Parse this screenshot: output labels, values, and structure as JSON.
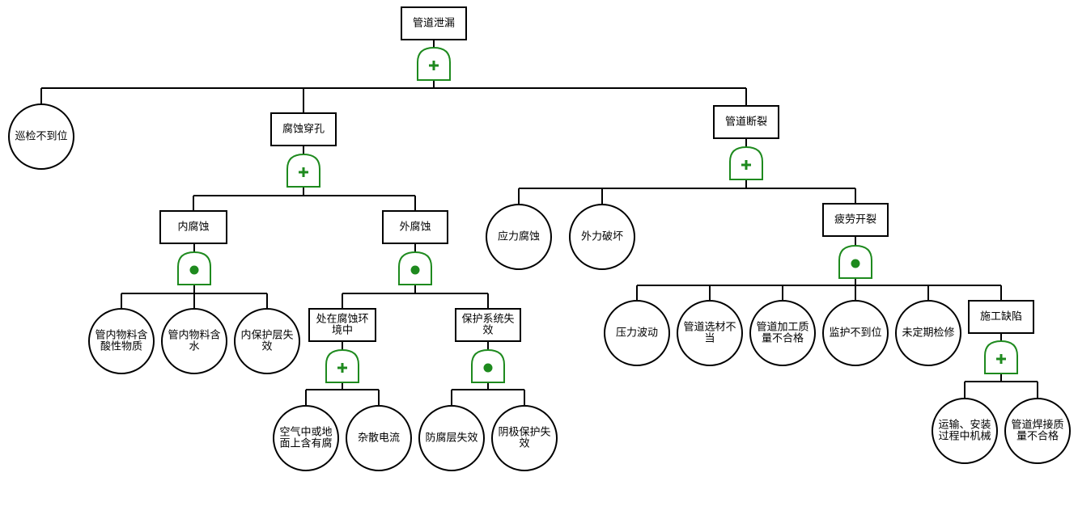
{
  "colors": {
    "line": "#000000",
    "gate": "#1e8a1e",
    "node_fill": "#ffffff"
  },
  "nodes": [
    {
      "id": "root",
      "type": "event",
      "lines": [
        "管道泄漏"
      ]
    },
    {
      "id": "b1",
      "type": "basic",
      "lines": [
        "巡检不到位"
      ]
    },
    {
      "id": "e1",
      "type": "event",
      "lines": [
        "腐蚀穿孔"
      ]
    },
    {
      "id": "e2",
      "type": "event",
      "lines": [
        "管道断裂"
      ]
    },
    {
      "id": "e11",
      "type": "event",
      "lines": [
        "内腐蚀"
      ]
    },
    {
      "id": "e12",
      "type": "event",
      "lines": [
        "外腐蚀"
      ]
    },
    {
      "id": "b111",
      "type": "basic",
      "lines": [
        "管内物料含",
        "酸性物质"
      ]
    },
    {
      "id": "b112",
      "type": "basic",
      "lines": [
        "管内物料含",
        "水"
      ]
    },
    {
      "id": "b113",
      "type": "basic",
      "lines": [
        "内保护层失",
        "效"
      ]
    },
    {
      "id": "e121",
      "type": "event",
      "lines": [
        "处在腐蚀环",
        "境中"
      ]
    },
    {
      "id": "e122",
      "type": "event",
      "lines": [
        "保护系统失",
        "效"
      ]
    },
    {
      "id": "b1211",
      "type": "basic",
      "lines": [
        "空气中或地",
        "面上含有腐"
      ]
    },
    {
      "id": "b1212",
      "type": "basic",
      "lines": [
        "杂散电流"
      ]
    },
    {
      "id": "b1221",
      "type": "basic",
      "lines": [
        "防腐层失效"
      ]
    },
    {
      "id": "b1222",
      "type": "basic",
      "lines": [
        "阴极保护失",
        "效"
      ]
    },
    {
      "id": "b21",
      "type": "basic",
      "lines": [
        "应力腐蚀"
      ]
    },
    {
      "id": "b22",
      "type": "basic",
      "lines": [
        "外力破坏"
      ]
    },
    {
      "id": "e23",
      "type": "event",
      "lines": [
        "疲劳开裂"
      ]
    },
    {
      "id": "b231",
      "type": "basic",
      "lines": [
        "压力波动"
      ]
    },
    {
      "id": "b232",
      "type": "basic",
      "lines": [
        "管道选材不",
        "当"
      ]
    },
    {
      "id": "b233",
      "type": "basic",
      "lines": [
        "管道加工质",
        "量不合格"
      ]
    },
    {
      "id": "b234",
      "type": "basic",
      "lines": [
        "监护不到位"
      ]
    },
    {
      "id": "b235",
      "type": "basic",
      "lines": [
        "未定期检修"
      ]
    },
    {
      "id": "e236",
      "type": "event",
      "lines": [
        "施工缺陷"
      ]
    },
    {
      "id": "b2361",
      "type": "basic",
      "lines": [
        "运输、安装",
        "过程中机械"
      ]
    },
    {
      "id": "b2362",
      "type": "basic",
      "lines": [
        "管道焊接质",
        "量不合格"
      ]
    }
  ],
  "gates": [
    {
      "id": "g_root",
      "kind": "or",
      "parent": "root",
      "children": [
        "b1",
        "e1",
        "e2"
      ]
    },
    {
      "id": "g_e1",
      "kind": "or",
      "parent": "e1",
      "children": [
        "e11",
        "e12"
      ]
    },
    {
      "id": "g_e11",
      "kind": "and",
      "parent": "e11",
      "children": [
        "b111",
        "b112",
        "b113"
      ]
    },
    {
      "id": "g_e12",
      "kind": "and",
      "parent": "e12",
      "children": [
        "e121",
        "e122"
      ]
    },
    {
      "id": "g_e121",
      "kind": "or",
      "parent": "e121",
      "children": [
        "b1211",
        "b1212"
      ]
    },
    {
      "id": "g_e122",
      "kind": "and",
      "parent": "e122",
      "children": [
        "b1221",
        "b1222"
      ]
    },
    {
      "id": "g_e2",
      "kind": "or",
      "parent": "e2",
      "children": [
        "b21",
        "b22",
        "e23"
      ]
    },
    {
      "id": "g_e23",
      "kind": "and",
      "parent": "e23",
      "children": [
        "b231",
        "b232",
        "b233",
        "b234",
        "b235",
        "e236"
      ]
    },
    {
      "id": "g_e236",
      "kind": "or",
      "parent": "e236",
      "children": [
        "b2361",
        "b2362"
      ]
    }
  ]
}
